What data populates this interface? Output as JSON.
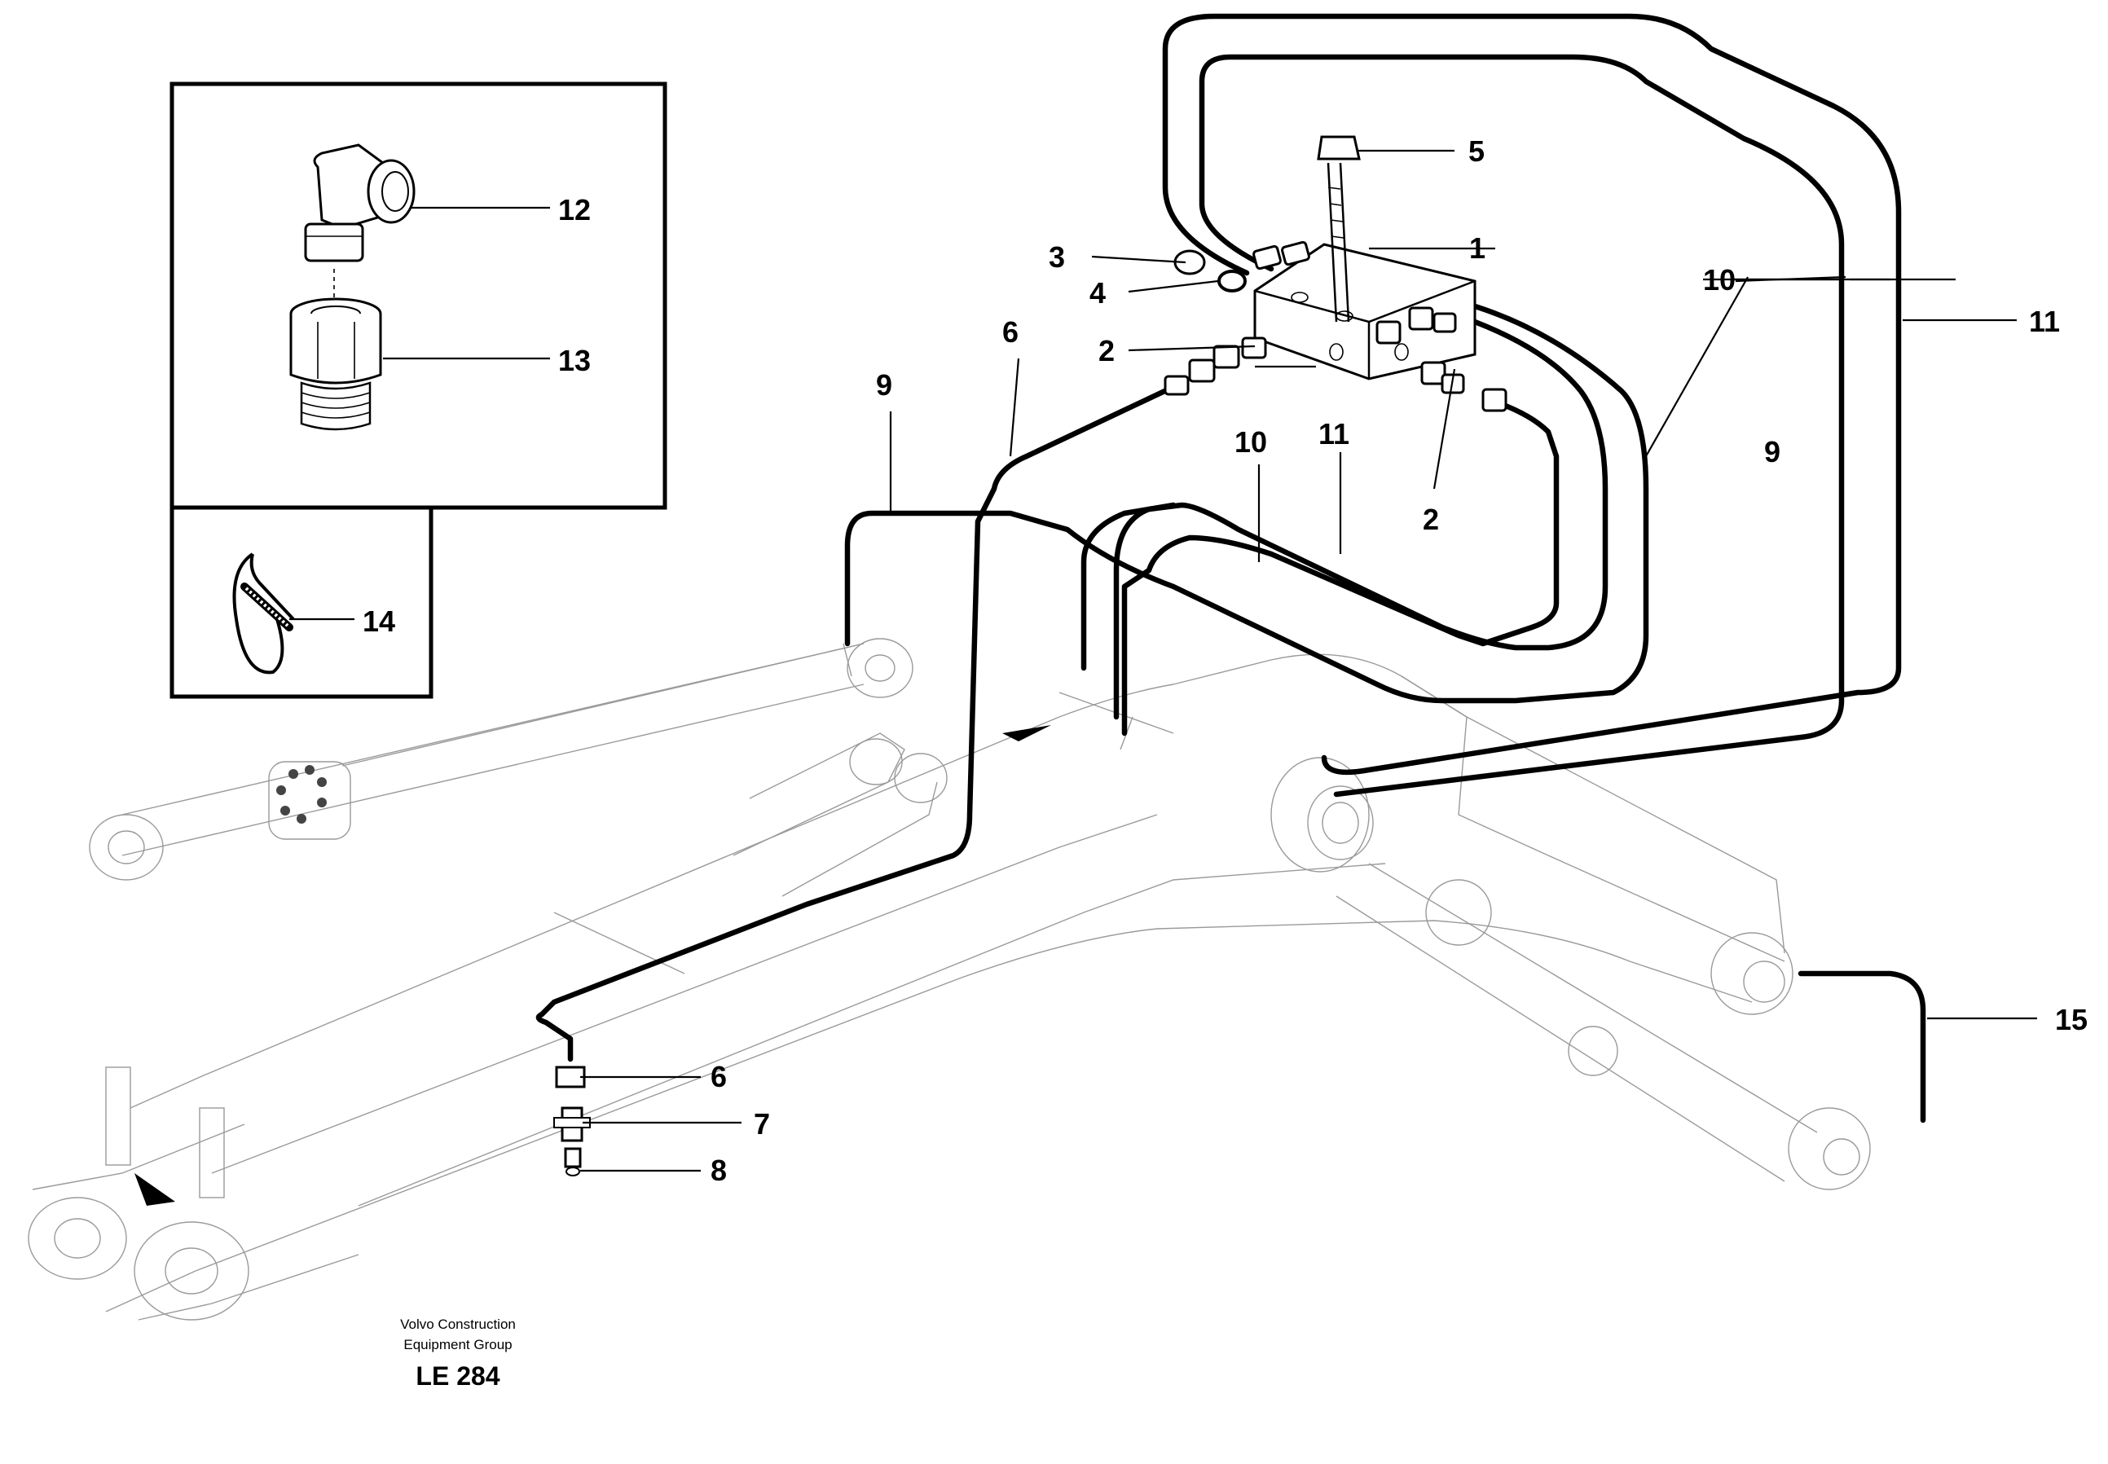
{
  "diagram": {
    "callouts": {
      "c1": "1",
      "c2a": "2",
      "c2b": "2",
      "c3": "3",
      "c4": "4",
      "c5": "5",
      "c6a": "6",
      "c6b": "6",
      "c7": "7",
      "c8": "8",
      "c9a": "9",
      "c9b": "9",
      "c10a": "10",
      "c10b": "10",
      "c11a": "11",
      "c11b": "11",
      "c12": "12",
      "c13": "13",
      "c14": "14",
      "c15": "15"
    },
    "caption_line1": "Volvo Construction",
    "caption_line2": "Equipment Group",
    "drawing_code": "LE 284"
  }
}
